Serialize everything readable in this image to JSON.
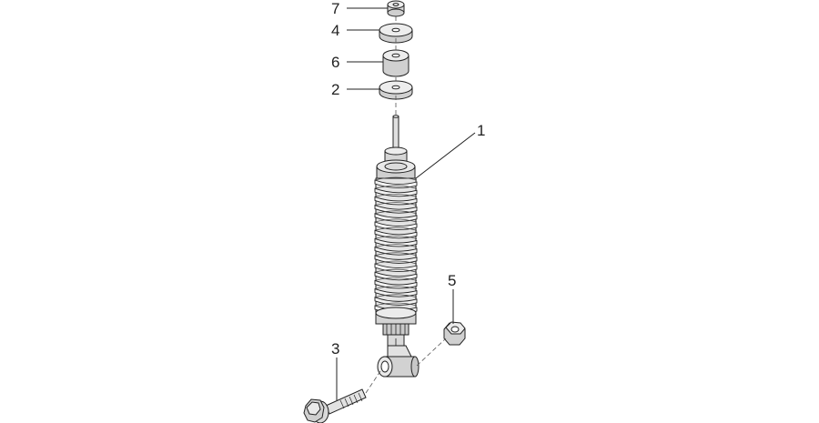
{
  "colors": {
    "line": "#222222",
    "part_fill": "#e6e6e6",
    "part_shade": "#c9c9c9",
    "background": "#ffffff"
  },
  "callouts": [
    {
      "id": "washer-small",
      "label": "7"
    },
    {
      "id": "washer-flat",
      "label": "4"
    },
    {
      "id": "rubber-bush",
      "label": "6"
    },
    {
      "id": "washer-lower",
      "label": "2"
    },
    {
      "id": "shock-absorber",
      "label": "1"
    },
    {
      "id": "nut",
      "label": "5"
    },
    {
      "id": "bolt",
      "label": "3"
    }
  ]
}
